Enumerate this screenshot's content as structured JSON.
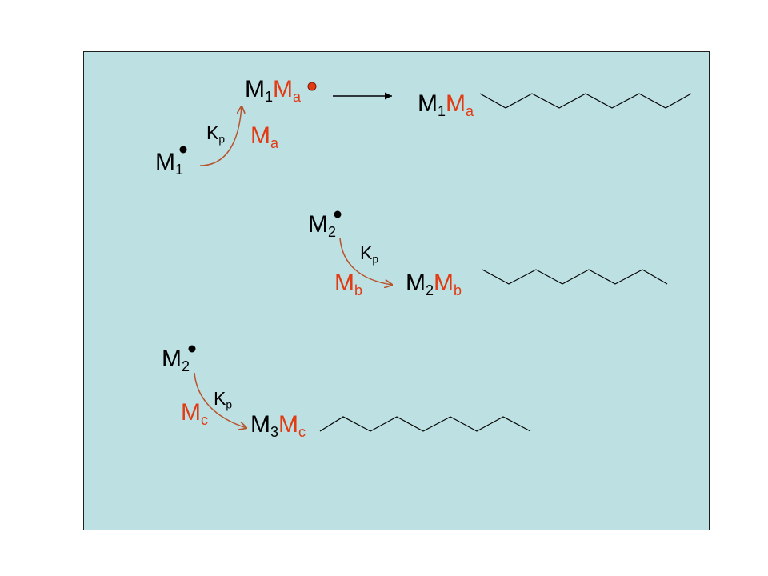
{
  "colors": {
    "background": "#bde0e3",
    "border": "#1f1f1f",
    "monomer": "#e23b14",
    "arrow": "#b8542c",
    "black": "#000000"
  },
  "reactions": [
    {
      "reactant": {
        "base": "M",
        "sub": "1"
      },
      "monomer": {
        "base": "M",
        "sub": "a"
      },
      "rate": {
        "base": "K",
        "sub": "p"
      },
      "product": {
        "m": "M",
        "num": "1",
        "mon": "M",
        "sub": "a"
      },
      "final": {
        "m": "M",
        "num": "1",
        "mon": "M",
        "sub": "a"
      }
    },
    {
      "reactant": {
        "base": "M",
        "sub": "2"
      },
      "monomer": {
        "base": "M",
        "sub": "b"
      },
      "rate": {
        "base": "K",
        "sub": "p"
      },
      "product": {
        "m": "M",
        "num": "2",
        "mon": "M",
        "sub": "b"
      }
    },
    {
      "reactant": {
        "base": "M",
        "sub": "2"
      },
      "monomer": {
        "base": "M",
        "sub": "c"
      },
      "rate": {
        "base": "K",
        "sub": "p"
      },
      "product": {
        "m": "M",
        "num": "3",
        "mon": "M",
        "sub": "c"
      }
    }
  ]
}
